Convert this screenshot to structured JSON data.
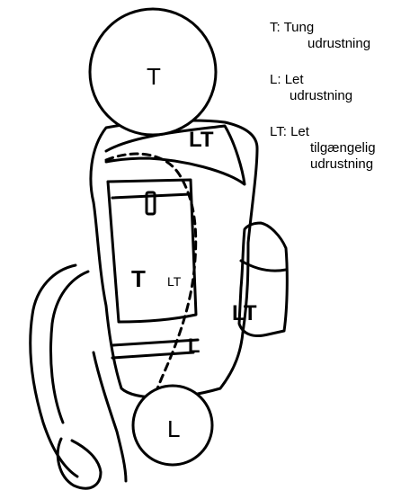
{
  "diagram": {
    "labels": {
      "top_roll": "T",
      "shoulder_pocket": "LT",
      "front_pocket_main": "T",
      "front_pocket_small": "LT",
      "side_pocket": "LT",
      "lower_body": "L",
      "bottom_roll": "L"
    }
  },
  "legend": {
    "items": [
      {
        "key": "T:",
        "lines": [
          "Tung",
          "udrustning"
        ]
      },
      {
        "key": "L:",
        "lines": [
          "Let",
          "udrustning"
        ]
      },
      {
        "key": "LT:",
        "lines": [
          "Let",
          "tilgængelig",
          "udrustning"
        ]
      }
    ]
  },
  "colors": {
    "ink": "#000000",
    "background": "#ffffff"
  }
}
